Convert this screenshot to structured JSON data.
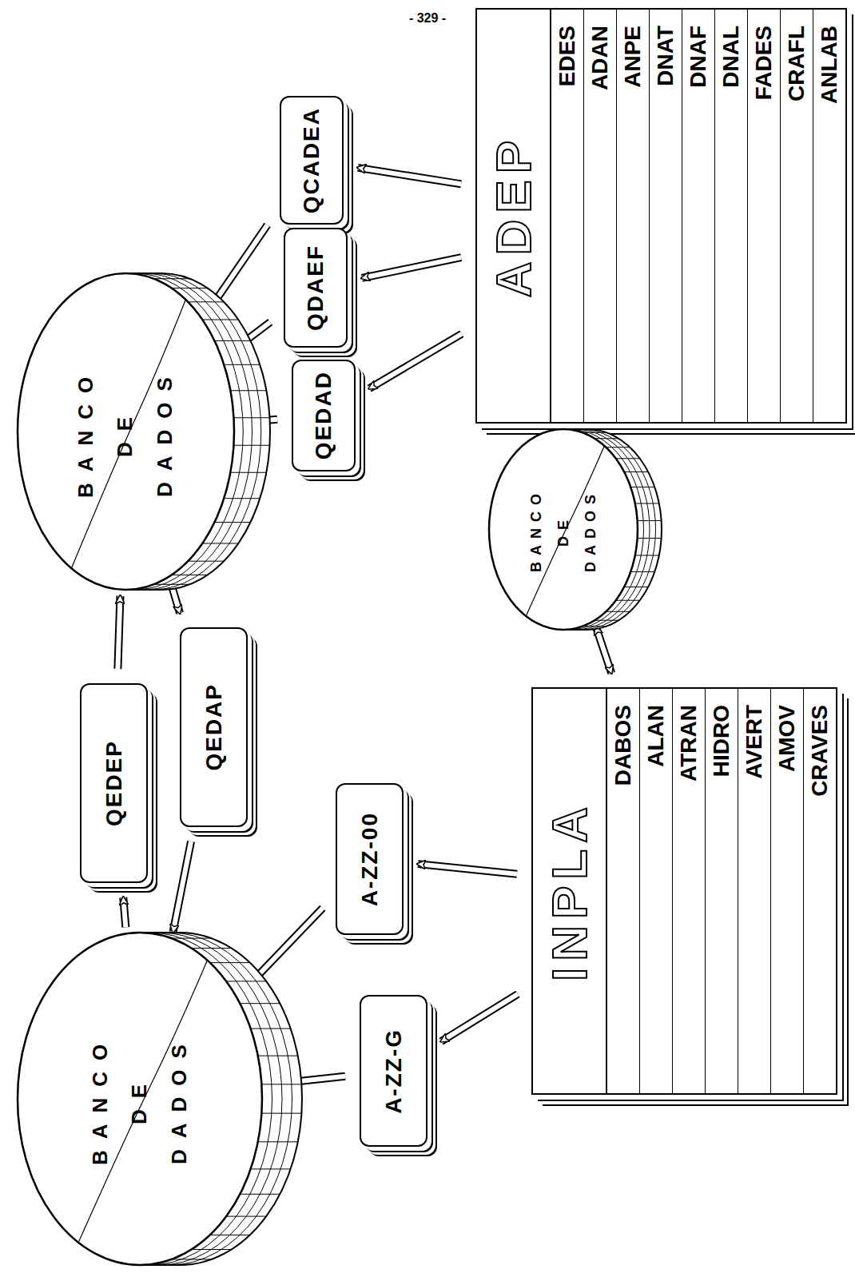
{
  "diagram": {
    "nodes": [
      {
        "text": [
          "BANCO DE DADOS"
        ]
      },
      {
        "text": [
          "QCADEA"
        ]
      },
      {
        "text": [
          "QDAEF"
        ]
      },
      {
        "text": [
          "QEDAD"
        ]
      },
      {
        "text": [
          "ADEP",
          "EDES",
          "ADAN",
          "ANPE",
          "DNAT",
          "DNAF",
          "DNAL",
          "FADES",
          "CRAFL",
          "ANLAB"
        ]
      },
      {
        "text": [
          "QEDEP"
        ]
      },
      {
        "text": [
          "QEDAP"
        ]
      },
      {
        "text": [
          "BANCO DE DADOS"
        ]
      },
      {
        "text": [
          "BANCO DE DADOS"
        ]
      },
      {
        "text": [
          "A-ZZ-00"
        ]
      },
      {
        "text": [
          "A-ZZ-G"
        ]
      },
      {
        "text": [
          "INPLA",
          "DABOS",
          "ALAN",
          "ATRAN",
          "HIDRO",
          "AVERT",
          "AMOV",
          "CRAVES"
        ]
      }
    ],
    "edges": [
      {
        "from": 4,
        "to": 1,
        "arrow": "to"
      },
      {
        "from": 1,
        "to": 0,
        "arrow": "to"
      },
      {
        "from": 4,
        "to": 2,
        "arrow": "to"
      },
      {
        "from": 2,
        "to": 0,
        "arrow": "to"
      },
      {
        "from": 4,
        "to": 3,
        "arrow": "to"
      },
      {
        "from": 3,
        "to": 0,
        "arrow": "to"
      },
      {
        "from": 4,
        "to": 7,
        "arrow": "both"
      },
      {
        "from": 7,
        "to": 11,
        "arrow": "both"
      },
      {
        "from": 11,
        "to": 9,
        "arrow": "to"
      },
      {
        "from": 9,
        "to": 8,
        "arrow": "to"
      },
      {
        "from": 11,
        "to": 10,
        "arrow": "to"
      },
      {
        "from": 10,
        "to": 8,
        "arrow": "to"
      },
      {
        "from": 8,
        "to": 5,
        "arrow": "to"
      },
      {
        "from": 5,
        "to": 0,
        "arrow": "to"
      },
      {
        "from": 0,
        "to": 6,
        "arrow": "to"
      },
      {
        "from": 6,
        "to": 8,
        "arrow": "to"
      }
    ],
    "labels": [
      "- 329 -"
    ]
  }
}
